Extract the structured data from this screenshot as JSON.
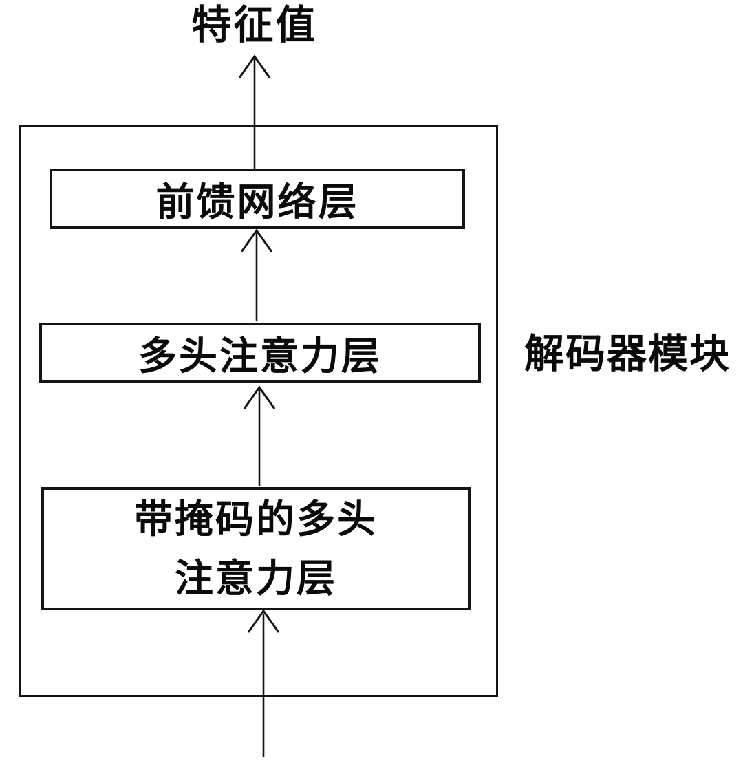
{
  "figure": {
    "output_label": "特征值",
    "module_label": "解码器模块",
    "layers": [
      {
        "id": "feed-forward",
        "label": "前馈网络层"
      },
      {
        "id": "multi-head-attention",
        "label": "多头注意力层"
      },
      {
        "id": "masked-multi-head-attention",
        "label_lines": [
          "带掩码的多头",
          "注意力层"
        ]
      }
    ],
    "arrows": [
      {
        "name": "feed-forward-to-output"
      },
      {
        "name": "attention-to-feed-forward"
      },
      {
        "name": "masked-attention-to-attention"
      },
      {
        "name": "input-to-masked-attention"
      }
    ],
    "colors": {
      "ink": "#141414",
      "background": "#ffffff"
    }
  }
}
